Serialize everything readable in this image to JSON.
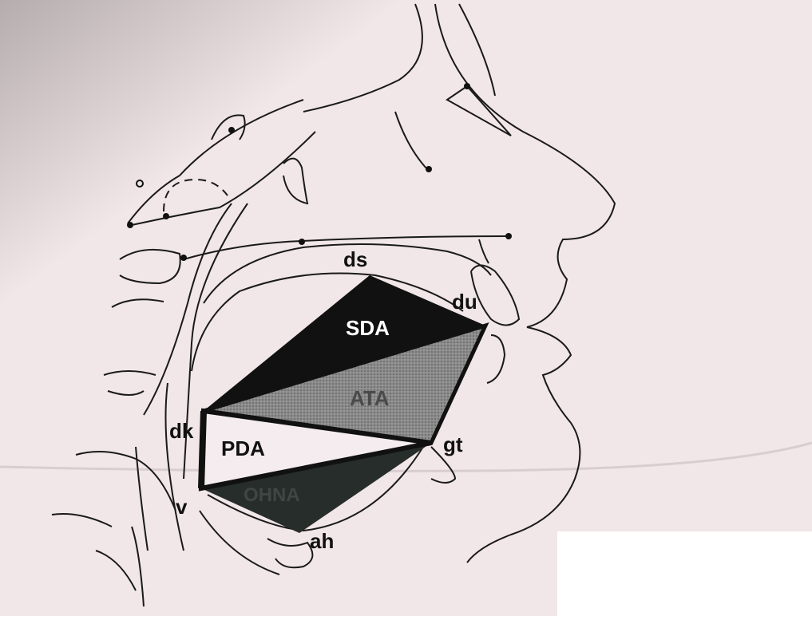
{
  "figure": {
    "paper_color": "#f1e6e8",
    "ink_color": "#1a1a1a",
    "region_labels": {
      "sda": "SDA",
      "ata": "ATA",
      "pda": "PDA",
      "ohna": "OHNA"
    },
    "point_labels": {
      "ds": "ds",
      "du": "du",
      "dk": "dk",
      "gt": "gt",
      "v": "v",
      "ah": "ah"
    }
  }
}
